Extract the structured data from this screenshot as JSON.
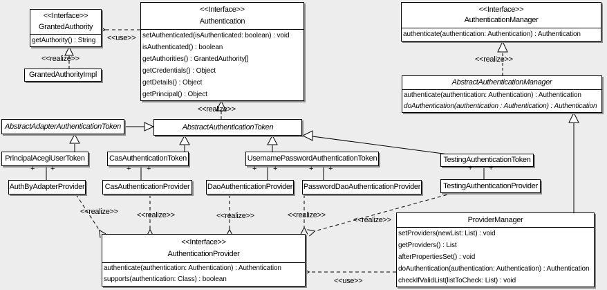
{
  "diagram": {
    "title": "Acegi Security authentication UML class diagram",
    "colors": {
      "background": "#ededed",
      "box_fill": "#ffffff",
      "box_border": "#000000",
      "shadow": "#8a8a8a"
    },
    "stereotypes": {
      "use": "<<use>>",
      "realize": "<<realize>>"
    },
    "plus": "+",
    "classes": {
      "granted_authority": {
        "stereotype": "<<Interface>>",
        "name": "GrantedAuthority",
        "methods": [
          "getAuthority() : String"
        ]
      },
      "granted_authority_impl": {
        "name": "GrantedAuthorityImpl"
      },
      "authentication": {
        "stereotype": "<<Interface>>",
        "name": "Authentication",
        "methods": [
          "setAuthenticated(isAuthenticated: boolean) : void",
          "isAuthenticated() : boolean",
          "getAuthorities() : GrantedAuthority[]",
          "getCredentials() : Object",
          "getDetails() : Object",
          "getPrincipal() : Object"
        ]
      },
      "authentication_manager": {
        "stereotype": "<<Interface>>",
        "name": "AuthenticationManager",
        "methods": [
          "authenticate(authentication: Authentication) : Authentication"
        ]
      },
      "abstract_authentication_manager": {
        "name": "AbstractAuthenticationManager",
        "methods": [
          "authenticate(authentication: Authentication) : Authentication",
          "doAuthentication(authentication : Authentication) : Authentication"
        ]
      },
      "abstract_adapter_authentication_token": {
        "name": "AbstractAdapterAuthenticationToken"
      },
      "abstract_authentication_token": {
        "name": "AbstractAuthenticationToken"
      },
      "principal_acegi_user_token": {
        "name": "PrincipalAcegiUserToken"
      },
      "cas_authentication_token": {
        "name": "CasAuthenticationToken"
      },
      "username_password_authentication_token": {
        "name": "UsernamePasswordAuthenticationToken"
      },
      "testing_authentication_token": {
        "name": "TestingAuthenticationToken"
      },
      "auth_by_adapter_provider": {
        "name": "AuthByAdapterProvider"
      },
      "cas_authentication_provider": {
        "name": "CasAuthenticationProvider"
      },
      "dao_authentication_provider": {
        "name": "DaoAuthenticationProvider"
      },
      "password_dao_authentication_provider": {
        "name": "PasswordDaoAuthenticationProvider"
      },
      "testing_authentication_provider": {
        "name": "TestingAuthenticationProvider"
      },
      "authentication_provider": {
        "stereotype": "<<Interface>>",
        "name": "AuthenticationProvider",
        "methods": [
          "authenticate(authentication: Authentication) : Authentication",
          "supports(authentication: Class) : boolean"
        ]
      },
      "provider_manager": {
        "name": "ProviderManager",
        "methods": [
          "setProviders(newList: List) : void",
          "getProviders() : List",
          "afterPropertiesSet() : void",
          "doAuthentication(authentication: Authentication) : Authentication",
          "checkIfValidList(listToCheck: List) : void"
        ]
      }
    }
  }
}
